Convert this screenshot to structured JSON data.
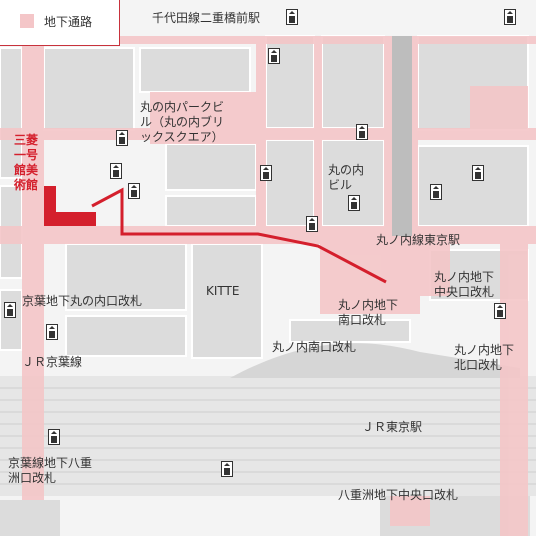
{
  "legend": {
    "label": "地下通路",
    "swatch_color": "#f4c6c8"
  },
  "colors": {
    "route": "#d41f2c",
    "underground": "#f4c6c8",
    "building": "#d9d9d9",
    "rail": "#c9c9c9"
  },
  "museum": {
    "name": "三菱一号館美術館"
  },
  "labels": {
    "chiyoda_nijubashimae": "千代田線二重橋前駅",
    "marunouchi_park": "丸の内パークビル（丸の内ブリックスクエア）",
    "marunouchi_bldg": "丸の内ビル",
    "marunouchi_line_tokyo": "丸ノ内線東京駅",
    "marunouchi_central": "丸ノ内地下中央口改札",
    "kitte": "KITTE",
    "keiyo_marunouchi_gate": "京葉地下丸の内口改札",
    "marunouchi_south_ug": "丸ノ内地下南口改札",
    "marunouchi_north_ug": "丸ノ内地下北口改札",
    "marunouchi_south": "丸ノ内南口改札",
    "jr_keiyo_line": "ＪＲ京葉線",
    "jr_tokyo_station": "ＪＲ東京駅",
    "keiyo_yaesu_gate": "京葉線地下八重洲口改札",
    "yaesu_central_ug": "八重洲地下中央口改札"
  },
  "icons": {
    "elevator": "elevator-icon"
  }
}
